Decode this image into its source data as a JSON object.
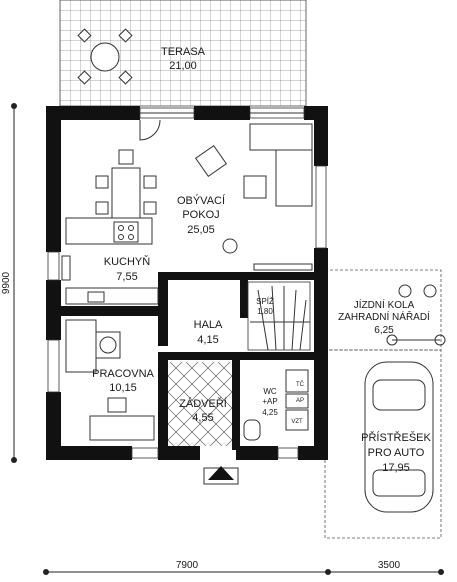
{
  "rooms": {
    "terasa": {
      "name": "TERASA",
      "area": "21,00"
    },
    "obyvaci": {
      "name_1": "OBÝVACÍ",
      "name_2": "POKOJ",
      "area": "25,05"
    },
    "kuchyn": {
      "name": "KUCHYŇ",
      "area": "7,55"
    },
    "hala": {
      "name": "HALA",
      "area": "4,15"
    },
    "spiz": {
      "name": "SPÍŽ",
      "area": "1,80"
    },
    "jizdni": {
      "name_1": "JÍZDNÍ KOLA",
      "name_2": "ZAHRADNÍ NÁŘADÍ",
      "area": "6,25"
    },
    "pracovna": {
      "name": "PRACOVNA",
      "area": "10,15"
    },
    "zadveri": {
      "name": "ZÁDVEŘÍ",
      "area": "4,55"
    },
    "wc": {
      "name_1": "WC",
      "name_2": "+AP",
      "area": "4,25"
    },
    "pristresek": {
      "name_1": "PŘÍSTŘEŠEK",
      "name_2": "PRO AUTO",
      "area": "17,95"
    }
  },
  "fixtures": {
    "tc": "TČ",
    "ap": "AP",
    "vzt": "VZT"
  },
  "dimensions": {
    "height": "9900",
    "width_main": "7900",
    "width_carport": "3500"
  },
  "colors": {
    "wall": "#111111",
    "line": "#333333",
    "background": "#ffffff"
  }
}
